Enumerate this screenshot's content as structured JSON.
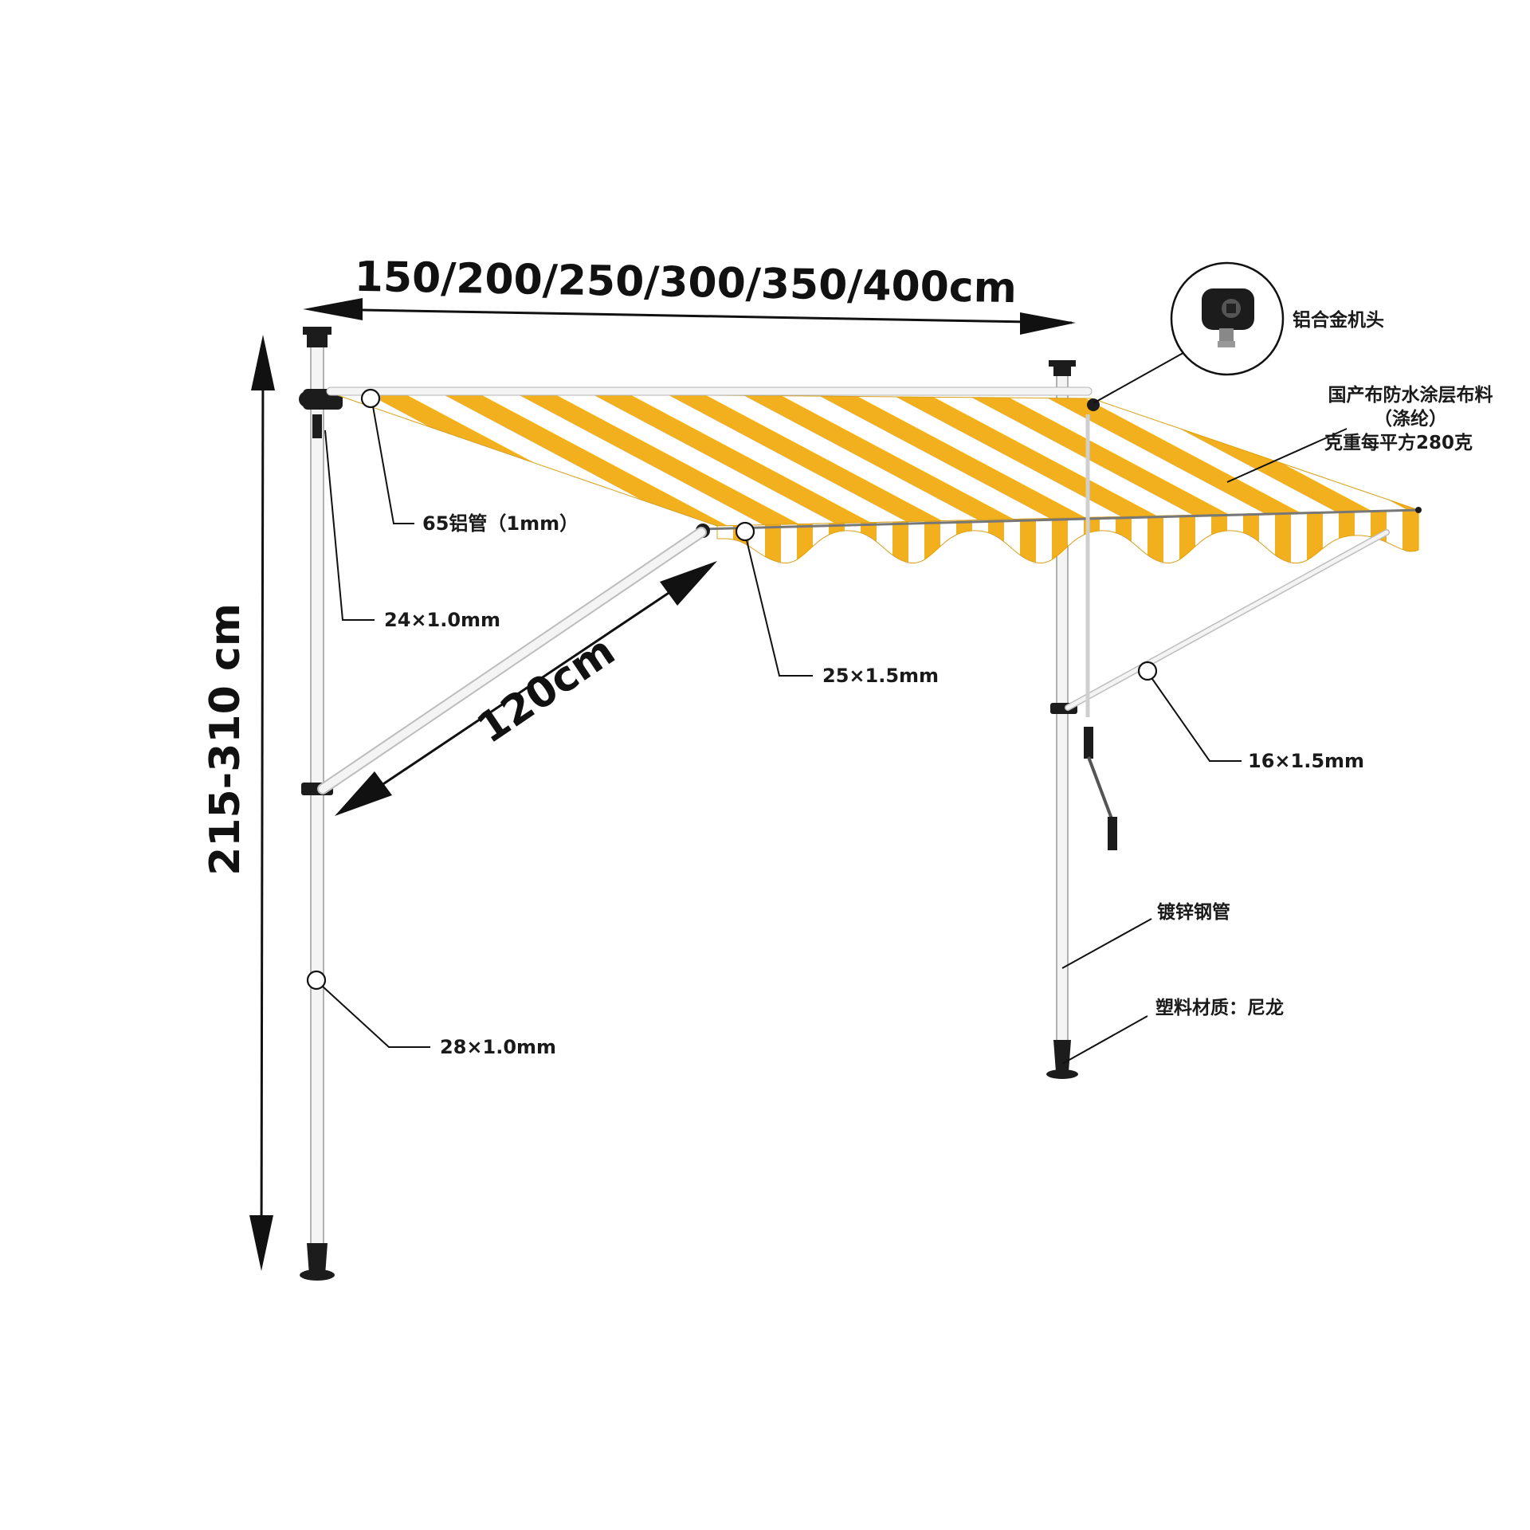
{
  "dimensions": {
    "width_label": "150/200/250/300/350/400cm",
    "height_label": "215-310 cm",
    "arm_length_label": "120cm"
  },
  "callouts": {
    "front_tube": "65铝管（1mm）",
    "clamp_tube": "24×1.0mm",
    "bar_tube": "25×1.5mm",
    "arm_tube": "16×1.5mm",
    "lower_pole": "28×1.0mm",
    "crank_head": "铝合金机头",
    "fabric_line1": "国产布防水涂层布料",
    "fabric_line2": "（涤纶）",
    "fabric_line3": "克重每平方280克",
    "steel_pipe": "镀锌钢管",
    "plastic_foot": "塑料材质：尼龙"
  },
  "colors": {
    "stripe_yellow": "#F2B01E",
    "stripe_white": "#FFFFFF",
    "pole_white": "#F4F4F4",
    "hardware_black": "#1C1C1C"
  }
}
